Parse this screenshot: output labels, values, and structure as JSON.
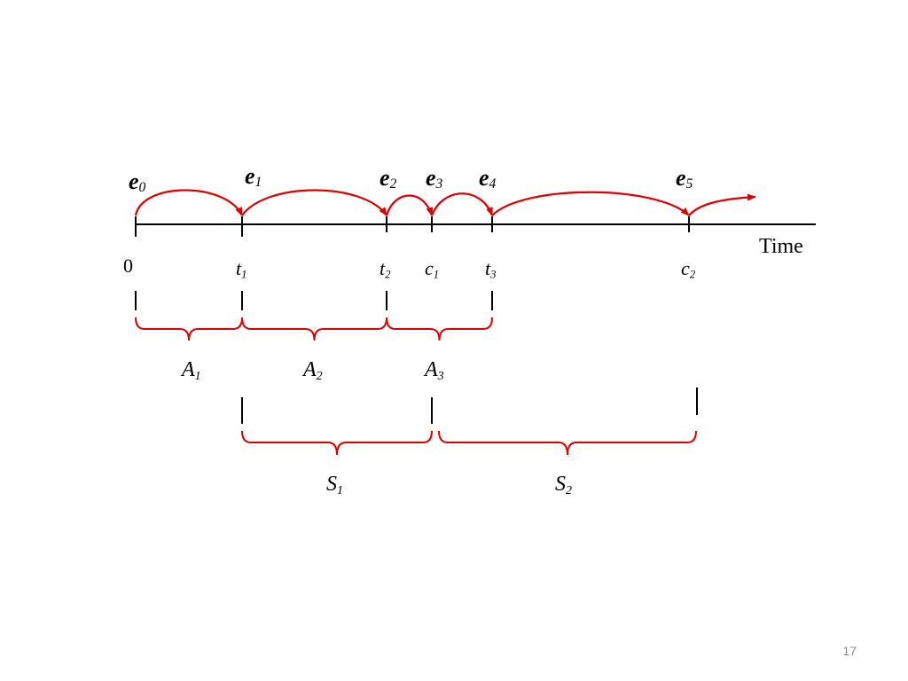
{
  "events": [
    {
      "id": "e0",
      "base": "e",
      "sub": "0"
    },
    {
      "id": "e1",
      "base": "e",
      "sub": "1"
    },
    {
      "id": "e2",
      "base": "e",
      "sub": "2"
    },
    {
      "id": "e3",
      "base": "e",
      "sub": "3"
    },
    {
      "id": "e4",
      "base": "e",
      "sub": "4"
    },
    {
      "id": "e5",
      "base": "e",
      "sub": "5"
    }
  ],
  "ticks": [
    {
      "id": "zero",
      "base": "0",
      "sub": ""
    },
    {
      "id": "t1",
      "base": "t",
      "sub": "1"
    },
    {
      "id": "t2",
      "base": "t",
      "sub": "2"
    },
    {
      "id": "c1",
      "base": "c",
      "sub": "1"
    },
    {
      "id": "t3",
      "base": "t",
      "sub": "3"
    },
    {
      "id": "c2",
      "base": "c",
      "sub": "2"
    }
  ],
  "axis": {
    "title": "Time"
  },
  "arrivals": [
    {
      "id": "A1",
      "base": "A",
      "sub": "1"
    },
    {
      "id": "A2",
      "base": "A",
      "sub": "2"
    },
    {
      "id": "A3",
      "base": "A",
      "sub": "3"
    }
  ],
  "services": [
    {
      "id": "S1",
      "base": "S",
      "sub": "1"
    },
    {
      "id": "S2",
      "base": "S",
      "sub": "2"
    }
  ],
  "colors": {
    "accent": "#e00000",
    "line": "#000000",
    "page_number": "#8a8a8a"
  },
  "page": {
    "number": "17"
  }
}
